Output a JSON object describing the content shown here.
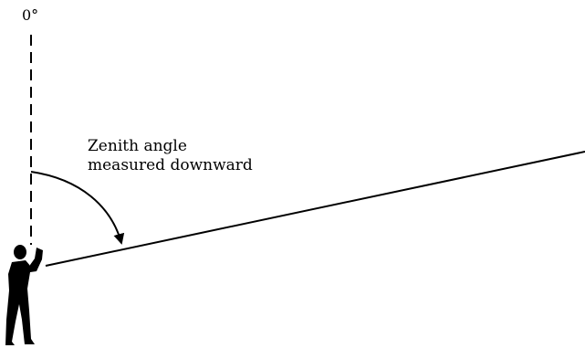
{
  "diagram": {
    "zenith_label": "0°",
    "angle_label_line1": "Zenith angle",
    "angle_label_line2": "measured downward"
  },
  "icons": {
    "observer": "person-silhouette-icon"
  },
  "colors": {
    "ink": "#000000",
    "background": "#ffffff"
  }
}
